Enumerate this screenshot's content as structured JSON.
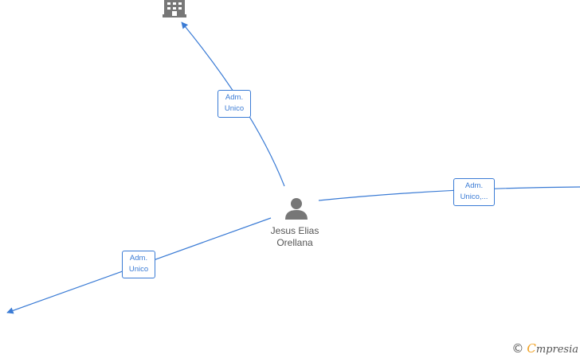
{
  "diagram": {
    "accent_color": "#3a7bd5",
    "center_person": {
      "icon": "person-icon",
      "name_line1": "Jesus Elias",
      "name_line2": "Orellana"
    },
    "company_node": {
      "icon": "building-icon"
    },
    "edges": [
      {
        "target": "company-top",
        "label_line1": "Adm.",
        "label_line2": "Unico"
      },
      {
        "target": "right",
        "label_line1": "Adm.",
        "label_line2": "Unico,..."
      },
      {
        "target": "bottom-left",
        "label_line1": "Adm.",
        "label_line2": "Unico"
      }
    ]
  },
  "watermark": {
    "copyright": "©",
    "brand_initial": "C",
    "brand_rest": "mpresia"
  }
}
